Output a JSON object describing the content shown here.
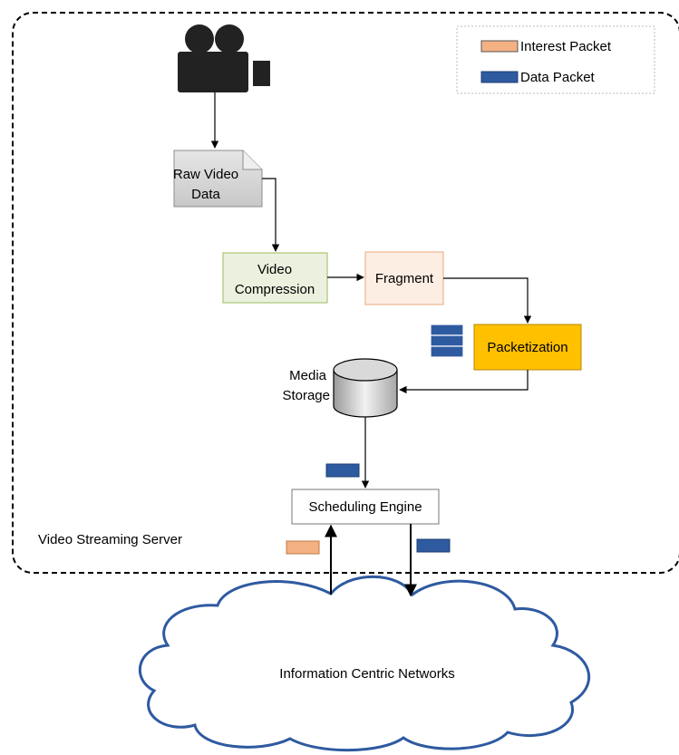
{
  "legend": {
    "interest": {
      "label": "Interest Packet",
      "color": "#f4b183"
    },
    "data": {
      "label": "Data Packet",
      "color": "#2e5aa0"
    }
  },
  "nodes": {
    "raw_video": {
      "line1": "Raw Video",
      "line2": "Data"
    },
    "compression": {
      "line1": "Video",
      "line2": "Compression",
      "fill": "#ebf1de"
    },
    "fragment": {
      "label": "Fragment",
      "fill": "#fdeee4"
    },
    "packetization": {
      "label": "Packetization",
      "fill": "#ffc000"
    },
    "storage": {
      "line1": "Media",
      "line2": "Storage"
    },
    "scheduler": {
      "label": "Scheduling Engine"
    }
  },
  "server_label": "Video Streaming Server",
  "network_label": "Information Centric Networks",
  "icons": {
    "camera": "video-camera-icon",
    "storage": "database-cylinder-icon",
    "cloud": "cloud-icon"
  }
}
